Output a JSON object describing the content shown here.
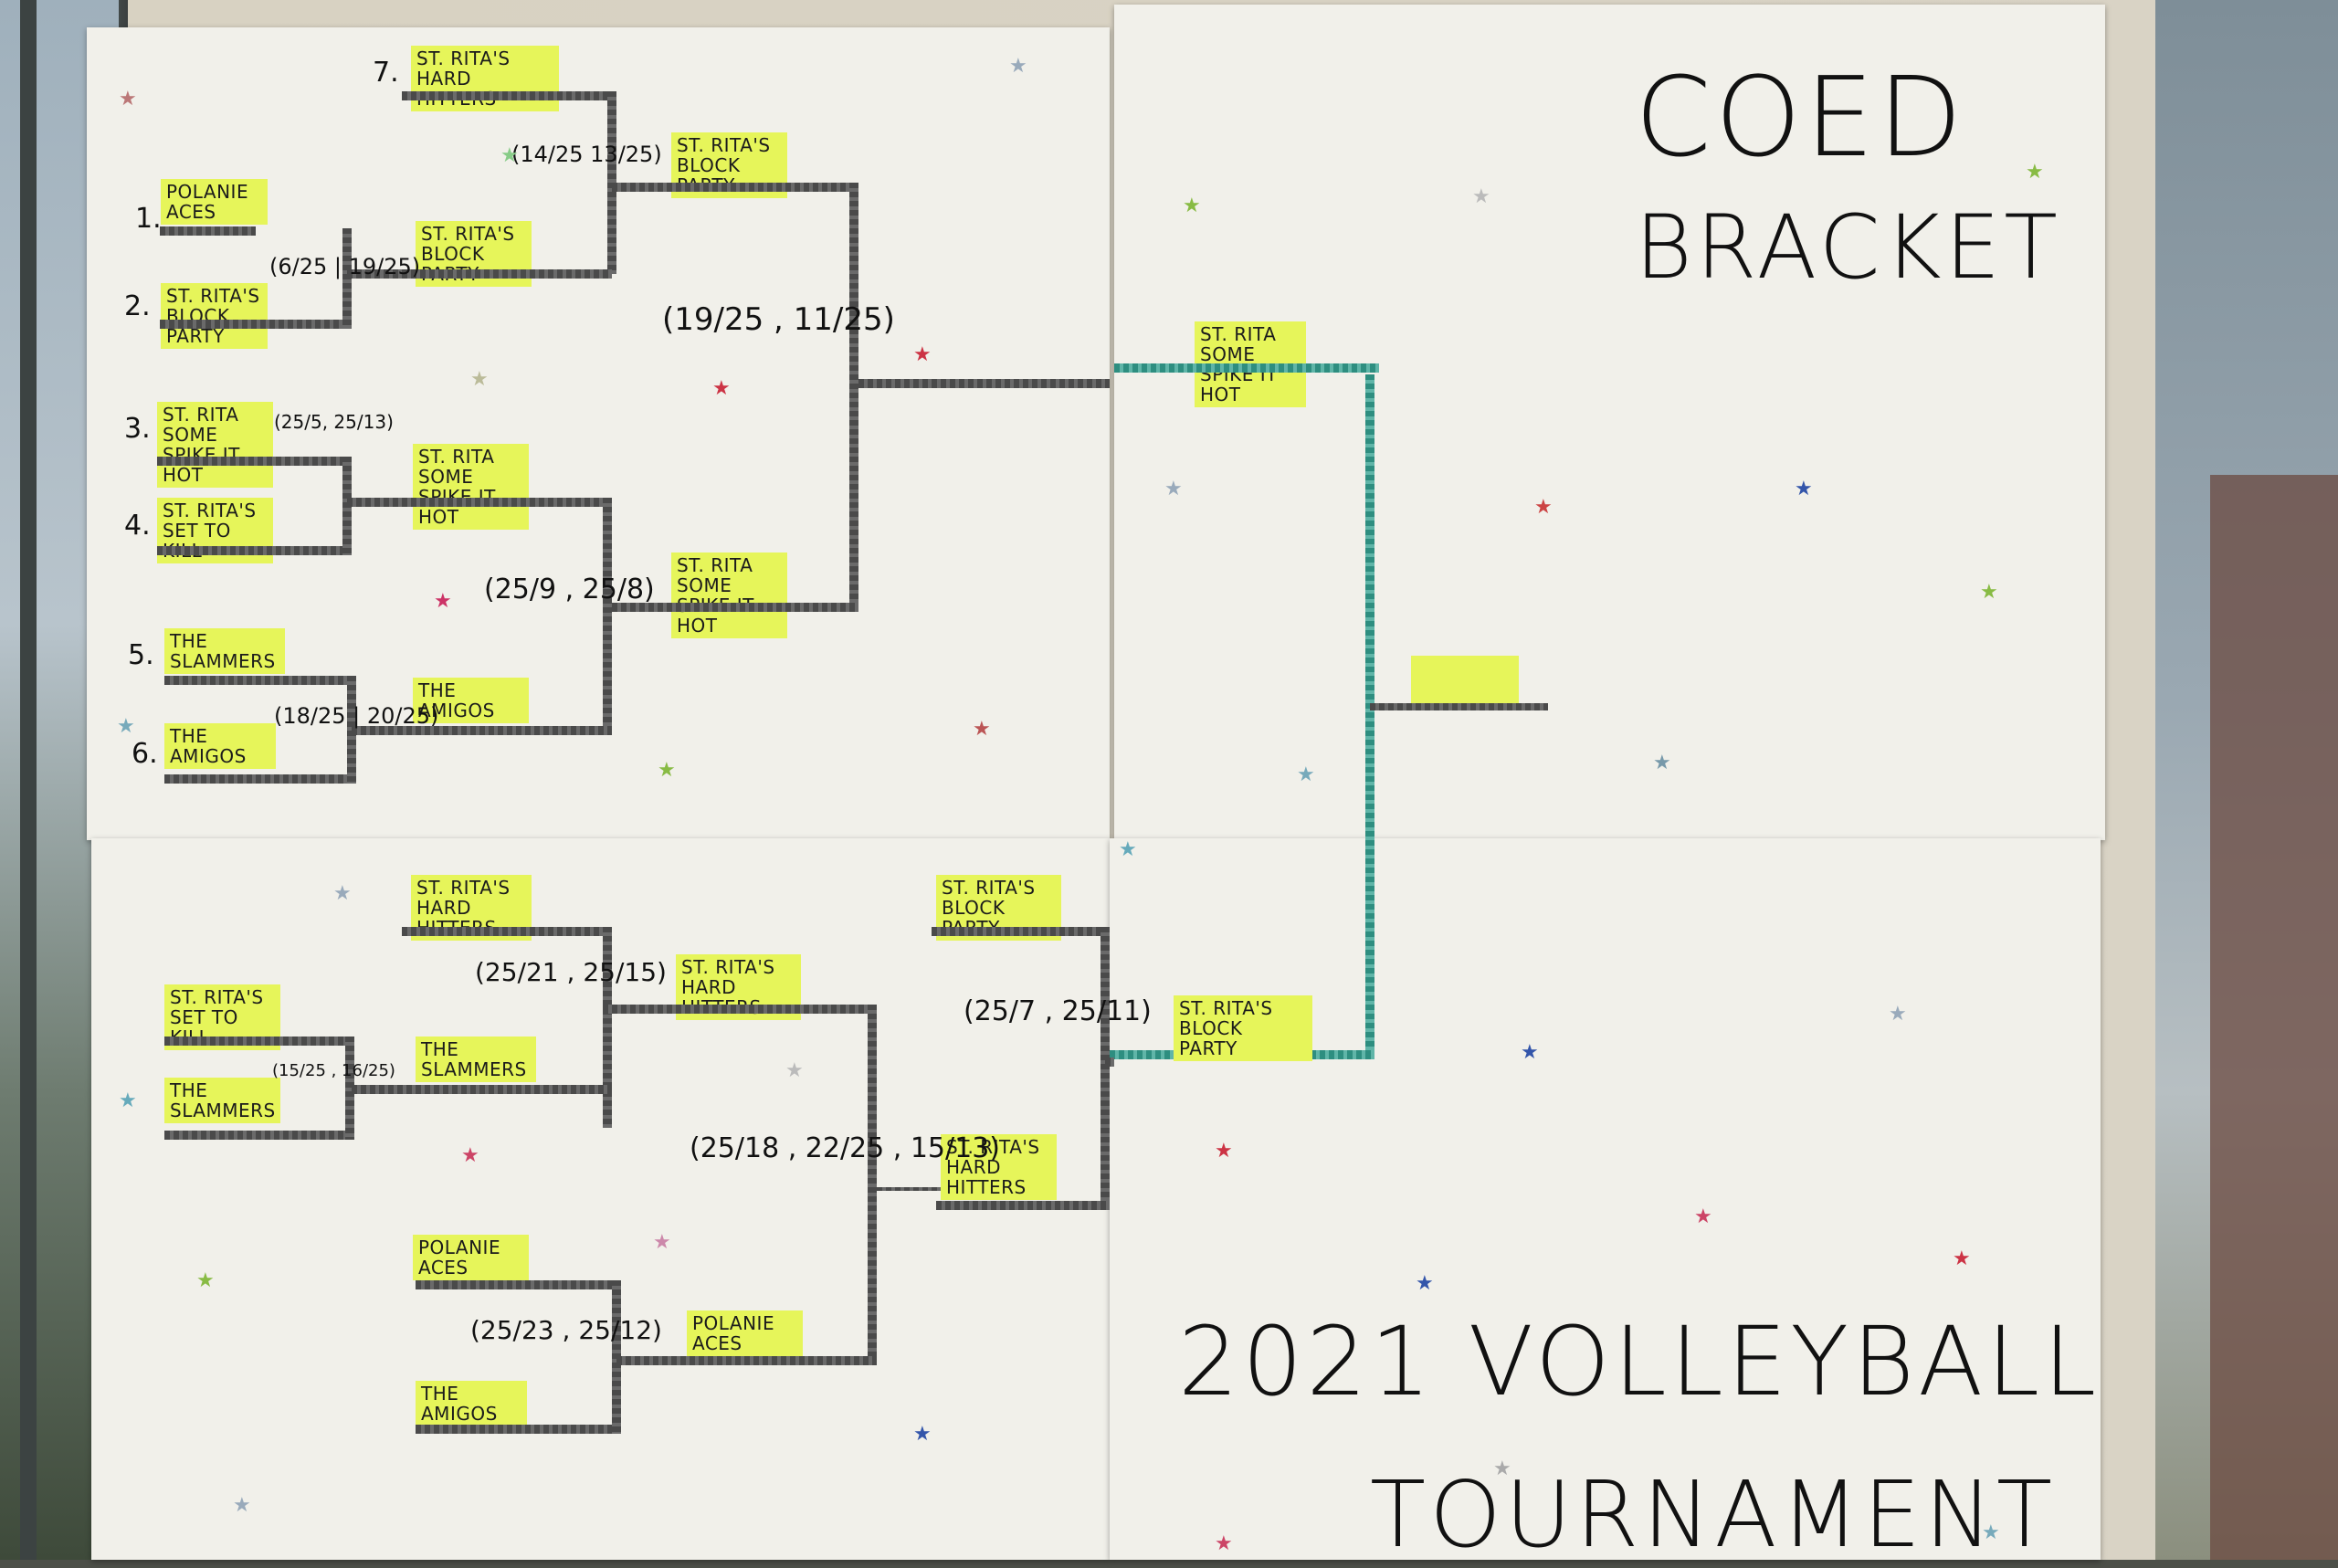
{
  "title": {
    "line1": "COED",
    "line2": "BRACKET"
  },
  "footer": {
    "line1": "2021 VOLLEYBALL",
    "line2": "TOURNAMENT"
  },
  "seeds": {
    "s1": "1.",
    "s2": "2.",
    "s3": "3.",
    "s4": "4.",
    "s5": "5.",
    "s6": "6.",
    "s7": "7."
  },
  "top_round1": {
    "t7": "ST. RITA'S HARD HITTERS",
    "t1": "POLANIE ACES",
    "t2": "ST. RITA'S BLOCK PARTY",
    "t3": "ST. RITA SOME SPIKE IT HOT",
    "t4": "ST. RITA'S SET TO KILL",
    "t5": "THE SLAMMERS",
    "t6": "THE AMIGOS"
  },
  "top_round2": {
    "a": "ST. RITA'S BLOCK PARTY",
    "b": "ST. RITA SOME SPIKE IT HOT",
    "c": "THE AMIGOS"
  },
  "top_round3": {
    "a": "ST. RITA'S BLOCK PARTY",
    "b": "ST. RITA SOME SPIKE IT HOT"
  },
  "top_scores": {
    "r1_12": "(6/25 | 19/25)",
    "r1_34": "(25/5, 25/13)",
    "r1_56": "(18/25 | 20/25)",
    "r2_top": "(14/25  13/25)",
    "r2_bot": "(25/9 , 25/8)",
    "r3": "(19/25 , 11/25)"
  },
  "final_left": "ST. RITA SOME SPIKE IT HOT",
  "final_right": "ST. RITA'S BLOCK PARTY",
  "bottom_round1": {
    "a": "ST. RITA'S HARD HITTERS",
    "b": "ST. RITA'S SET TO KILL",
    "c": "THE SLAMMERS",
    "d": "POLANIE ACES",
    "e": "THE AMIGOS"
  },
  "bottom_round2": {
    "a": "ST. RITA'S HARD HITTERS",
    "b": "THE SLAMMERS",
    "c": "POLANIE ACES"
  },
  "bottom_round3": {
    "a": "ST. RITA'S BLOCK PARTY",
    "b": "ST. RITA'S HARD HITTERS"
  },
  "bottom_scores": {
    "s_bc": "(15/25 , 16/25)",
    "s_top": "(25/21 , 25/15)",
    "s_mid": "(25/18 , 22/25 , 15/13)",
    "s_de": "(25/23 , 25/12)",
    "s_r3": "(25/7 , 25/11)"
  }
}
